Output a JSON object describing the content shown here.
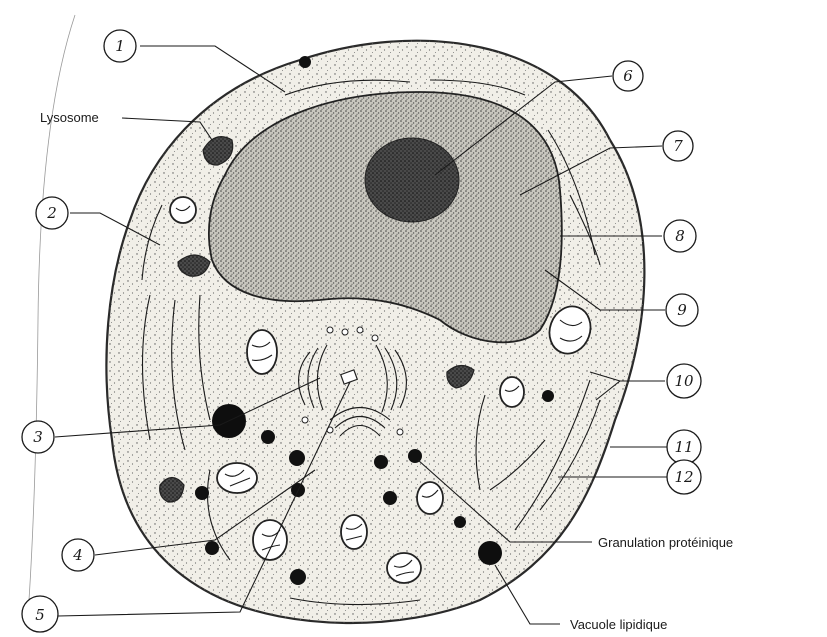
{
  "labels": {
    "lysosome": "Lysosome",
    "granulation": "Granulation protéinique",
    "vacuole": "Vacuole lipidique"
  },
  "numbers": [
    "1",
    "2",
    "3",
    "4",
    "5",
    "6",
    "7",
    "8",
    "9",
    "10",
    "11",
    "12"
  ],
  "colors": {
    "ink": "#1a1a1a",
    "cytoplasm": "#f1efe8",
    "nucleus": "#b8b6ae",
    "nucleolus": "#3a3a3a",
    "membrane": "#2a2a2a"
  }
}
